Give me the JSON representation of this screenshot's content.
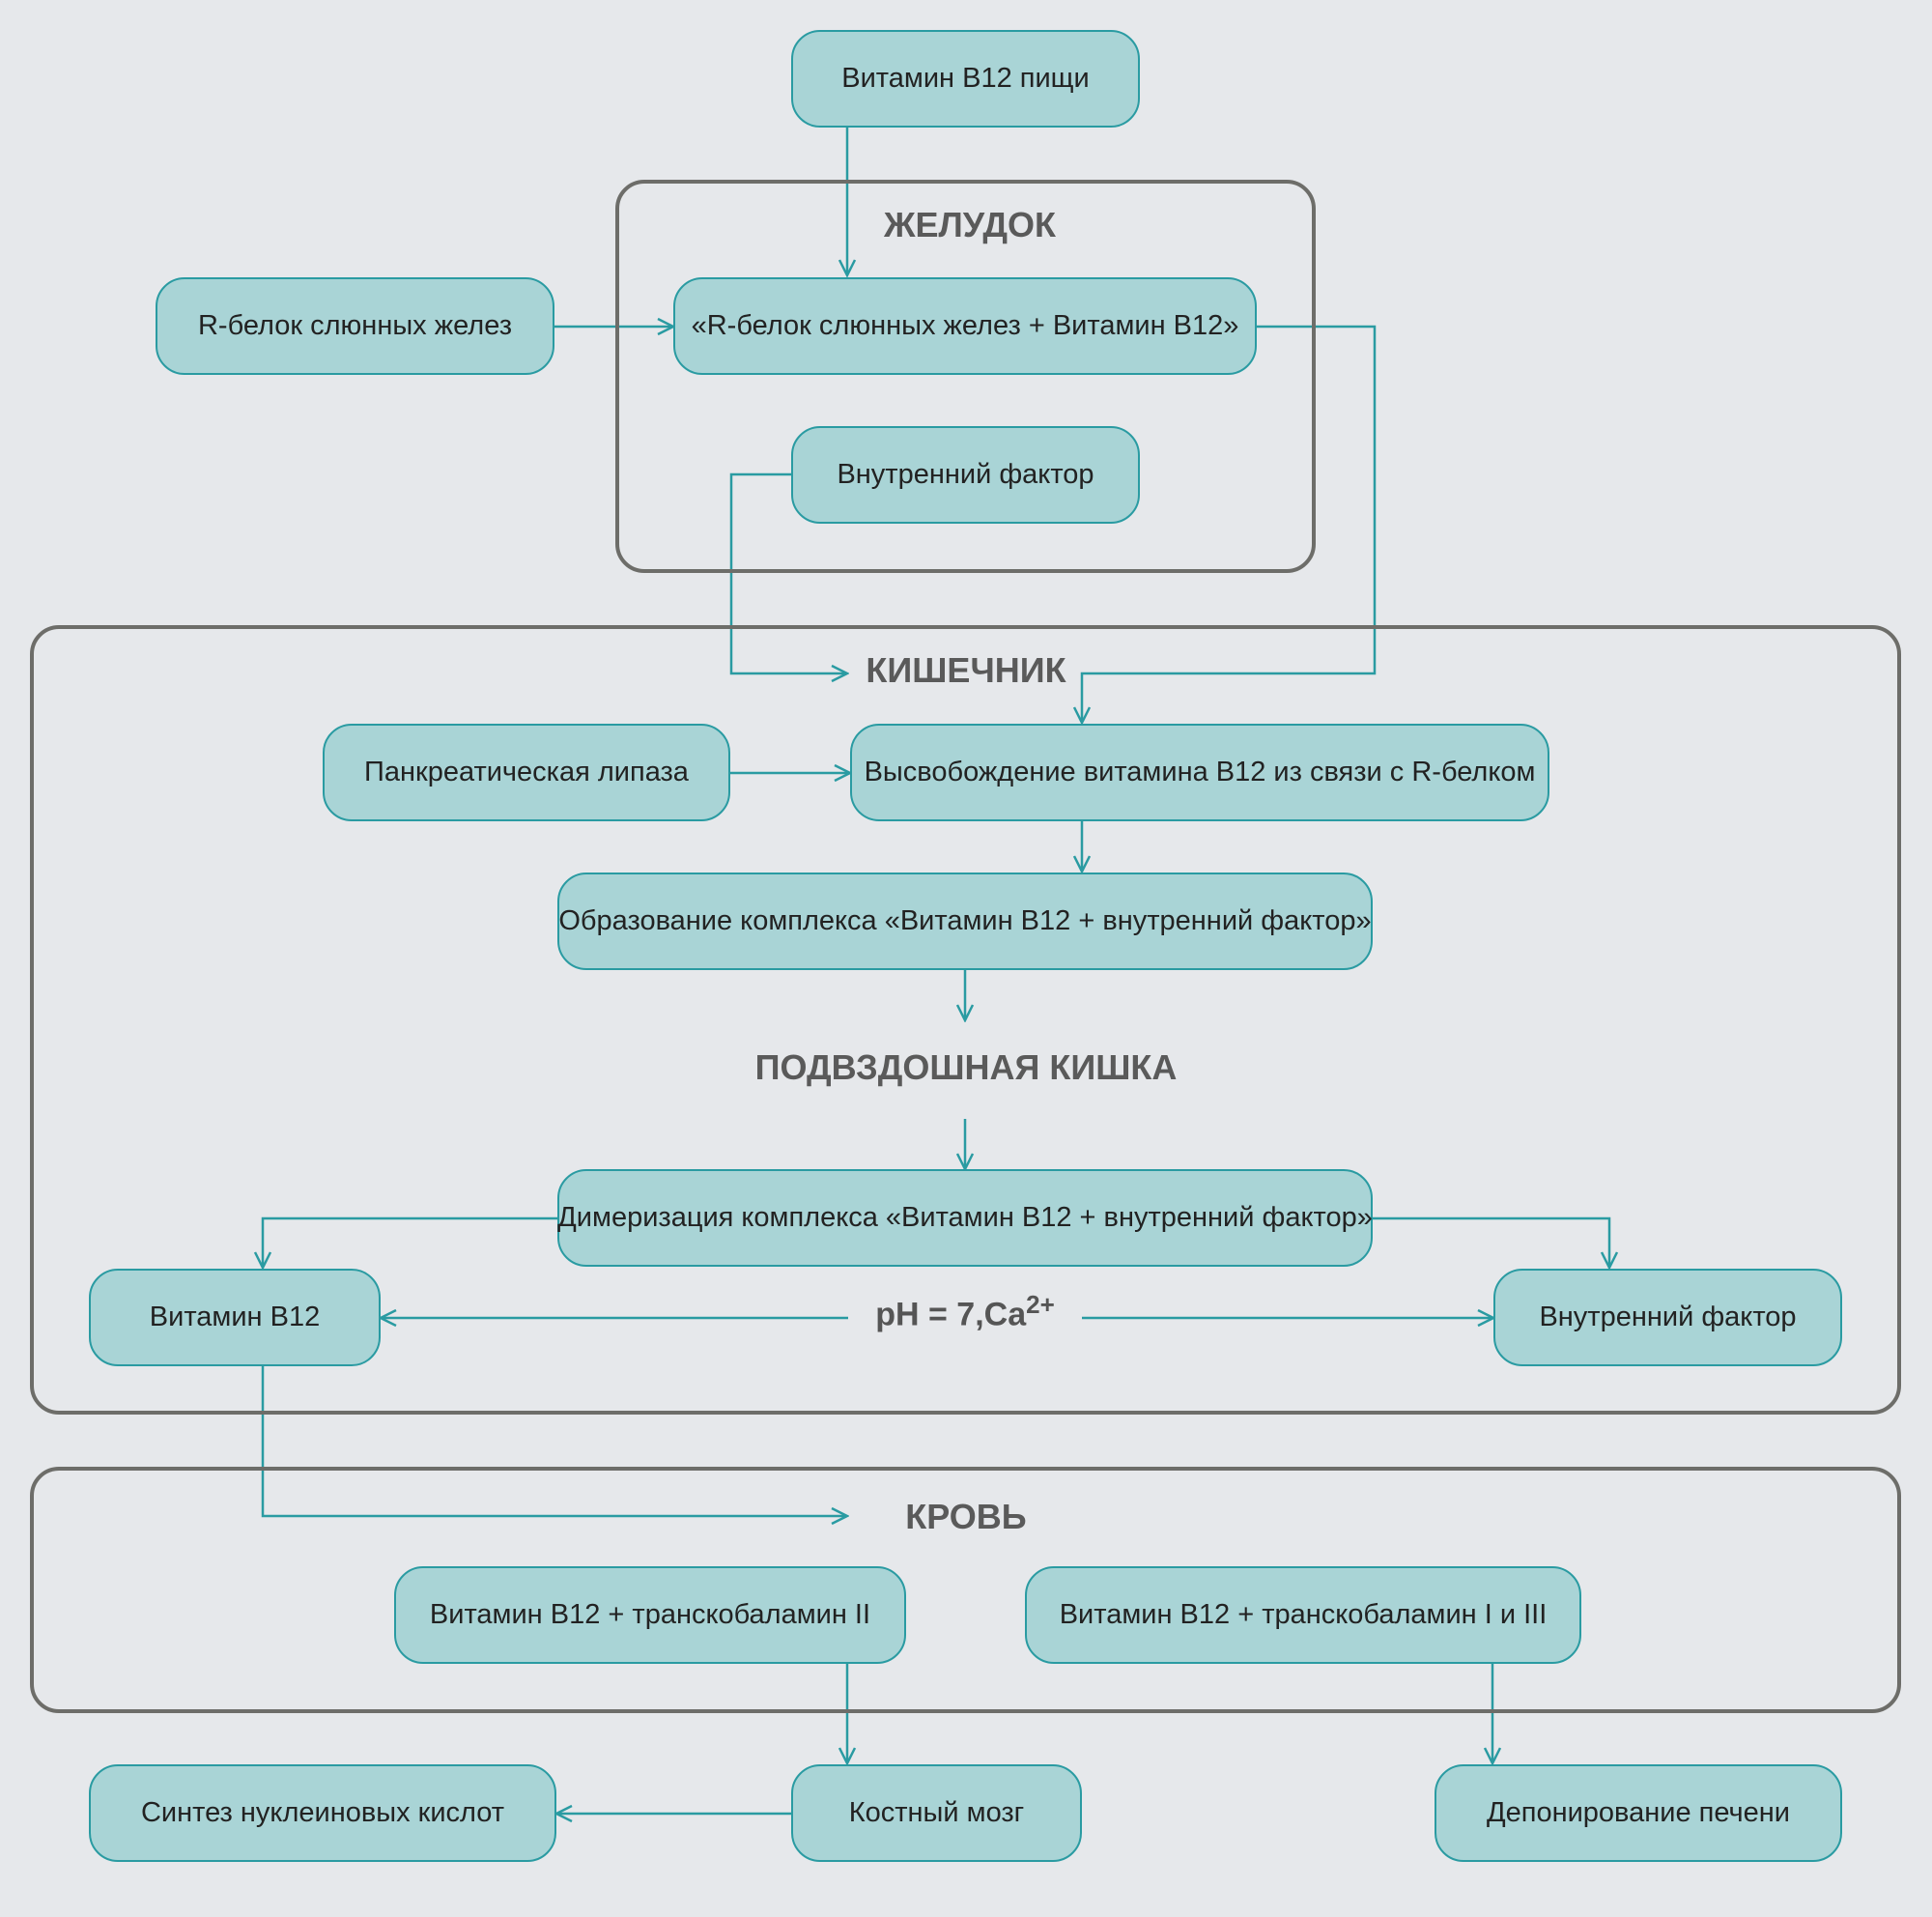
{
  "regions": {
    "stomach": "ЖЕЛУДОК",
    "intestine": "КИШЕЧНИК",
    "ileum": "ПОДВЗДОШНАЯ КИШКА",
    "blood": "КРОВЬ"
  },
  "nodes": {
    "food_b12": "Витамин B12 пищи",
    "r_protein": "R-белок слюнных желез",
    "r_protein_b12": "«R-белок слюнных желез + Витамин B12»",
    "intrinsic_factor": "Внутренний фактор",
    "pancreatic_lipase": "Панкреатическая липаза",
    "release_b12": "Высвобождение витамина B12 из связи с R-белком",
    "complex_formation": "Образование комплекса «Витамин B12 + внутренний фактор»",
    "dimerization": "Димеризация комплекса «Витамин B12 + внутренний фактор»",
    "b12": "Витамин B12",
    "intrinsic_factor_2": "Внутренний фактор",
    "b12_tc2": "Витамин B12 + транскобаламин II",
    "b12_tc13": "Витамин B12 + транскобаламин I и III",
    "nucleic_synthesis": "Синтез нуклеиновых кислот",
    "bone_marrow": "Костный мозг",
    "liver_storage": "Депонирование печени"
  },
  "condition": {
    "text": "pH = 7,Ca",
    "sup": "2+"
  }
}
